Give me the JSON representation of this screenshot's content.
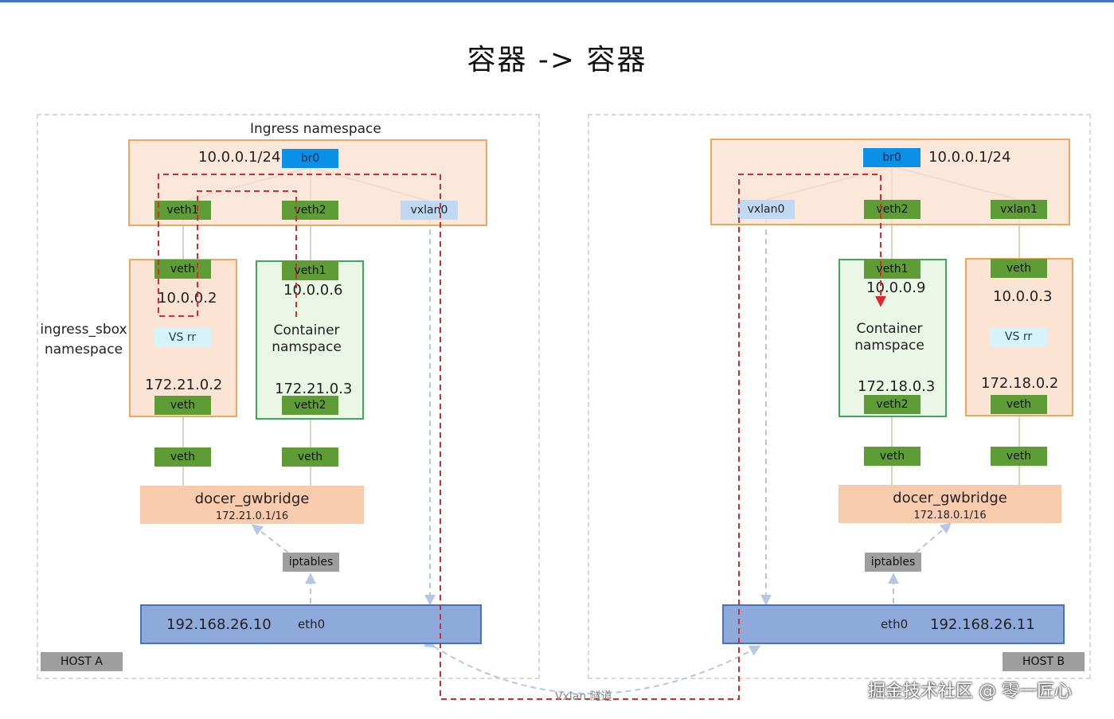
{
  "title": "容器 -> 容器",
  "host_a": {
    "label": "HOST A",
    "ingress_namespace_label": "Ingress namespace",
    "br0_ip": "10.0.0.1/24",
    "br0": "br0",
    "veth1": "veth1",
    "veth2": "veth2",
    "vxlan0": "vxlan0",
    "ingress_sbox_label": "ingress_sbox\nnamespace",
    "sbox": {
      "veth_top": "veth",
      "ip": "10.0.0.2",
      "vs": "VS rr",
      "ip2": "172.21.0.2",
      "veth_bottom": "veth"
    },
    "container": {
      "veth_top": "veth1",
      "ip": "10.0.0.6",
      "label": "Container\nnamspace",
      "ip2": "172.21.0.3",
      "veth_bottom": "veth2"
    },
    "veth_low_1": "veth",
    "veth_low_2": "veth",
    "gwbridge_name": "docer_gwbridge",
    "gwbridge_ip": "172.21.0.1/16",
    "iptables": "iptables",
    "eth_ip": "192.168.26.10",
    "eth_name": "eth0"
  },
  "host_b": {
    "label": "HOST B",
    "br0": "br0",
    "br0_ip": "10.0.0.1/24",
    "vxlan0": "vxlan0",
    "veth2": "veth2",
    "vxlan1": "vxlan1",
    "container": {
      "veth_top": "veth1",
      "ip": "10.0.0.9",
      "label": "Container\nnamspace",
      "ip2": "172.18.0.3",
      "veth_bottom": "veth2"
    },
    "sbox": {
      "veth_top": "veth",
      "ip": "10.0.0.3",
      "vs": "VS rr",
      "ip2": "172.18.0.2",
      "veth_bottom": "veth"
    },
    "veth_low_1": "veth",
    "veth_low_2": "veth",
    "gwbridge_name": "docer_gwbridge",
    "gwbridge_ip": "172.18.0.1/16",
    "iptables": "iptables",
    "eth_name": "eth0",
    "eth_ip": "192.168.26.11"
  },
  "tunnel_label": "Vxlan 隧道",
  "watermark": "掘金技术社区 @ 零一匠心",
  "colors": {
    "accent_bar": "#4472c4",
    "path_red": "#e0282c",
    "link_blue": "#b4c7e7",
    "orange_fill": "#fce4d4",
    "green_tag": "#5e9c36",
    "eth_fill": "#8eaadb"
  }
}
